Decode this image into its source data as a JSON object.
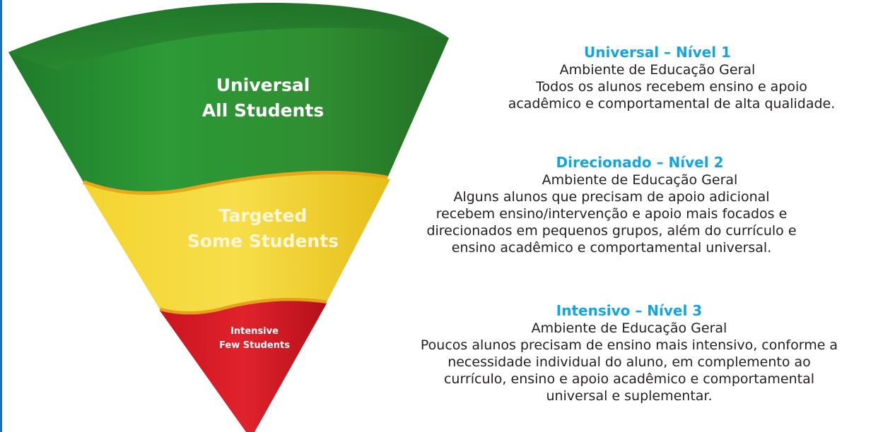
{
  "funnel": {
    "universal": {
      "line1": "Universal",
      "line2": "All Students",
      "color": "#2f8a33"
    },
    "targeted": {
      "line1": "Targeted",
      "line2": "Some Students",
      "color": "#f2cf2a"
    },
    "intensive": {
      "line1": "Intensive",
      "line2": "Few Students",
      "color": "#d81f2a"
    }
  },
  "tiers": [
    {
      "heading": "Universal – Nível 1",
      "lines": [
        "Ambiente de Educação Geral",
        "Todos os alunos recebem ensino e apoio",
        "acadêmico e comportamental de alta qualidade."
      ]
    },
    {
      "heading": "Direcionado – Nível 2",
      "lines": [
        "Ambiente de Educação Geral",
        "Alguns alunos que precisam de apoio adicional",
        "recebem ensino/intervenção e apoio mais focados e",
        "direcionados em pequenos grupos, além do currículo e",
        "ensino acadêmico e comportamental universal."
      ]
    },
    {
      "heading": "Intensivo – Nível 3",
      "lines": [
        "Ambiente de Educação Geral",
        "Poucos alunos precisam de ensino mais intensivo, conforme a",
        "necessidade individual do aluno, em complemento ao",
        "currículo, ensino e apoio acadêmico e comportamental",
        "universal e suplementar."
      ]
    }
  ],
  "accent_color": "#12a5df"
}
